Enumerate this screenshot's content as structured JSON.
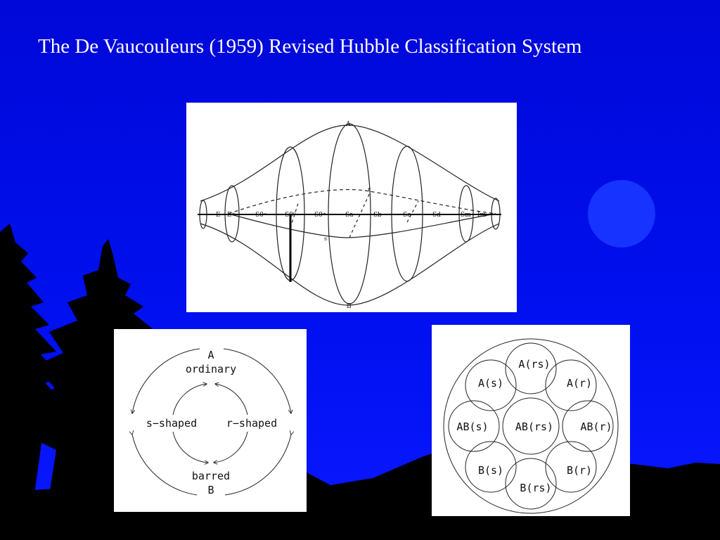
{
  "slide": {
    "title": "The De Vaucouleurs (1959) Revised Hubble Classification System"
  },
  "colors": {
    "background": "#0010f0",
    "moon": "#1633ff",
    "silhouette": "#000000",
    "title_text": "#ffffff"
  },
  "tuning_fork": {
    "top_label": "A",
    "bottom_label": "B",
    "r_label": "r",
    "s_label": "s",
    "axis_labels": [
      "E",
      "E⁺",
      "S0⁻",
      "S0⁰",
      "S0⁺",
      "Sa",
      "Sb",
      "Sc",
      "Sd",
      "Sm",
      "Im"
    ]
  },
  "ring_diagram": {
    "top": "A",
    "top_sub": "ordinary",
    "left": "s−shaped",
    "right": "r−shaped",
    "bottom_sub": "barred",
    "bottom": "B"
  },
  "bar_circles": {
    "center": "AB(rs)",
    "outer": [
      "A(rs)",
      "A(r)",
      "AB(r)",
      "B(r)",
      "B(rs)",
      "B(s)",
      "AB(s)",
      "A(s)"
    ]
  }
}
